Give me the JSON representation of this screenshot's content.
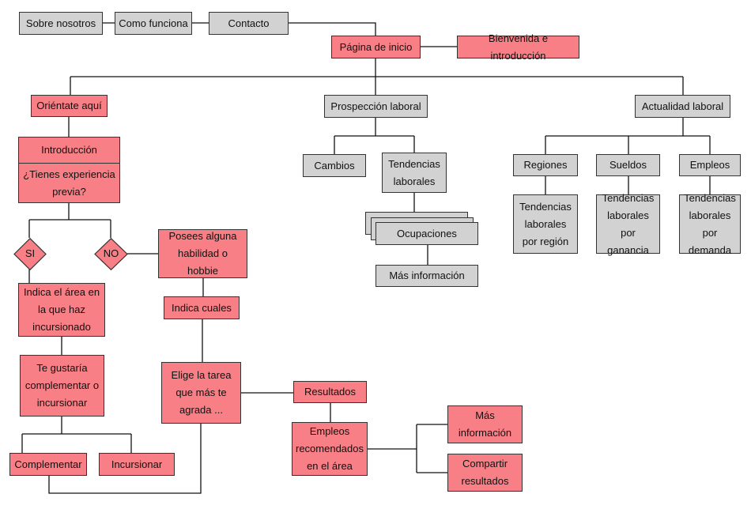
{
  "colors": {
    "highlight": "#f87f86",
    "neutral": "#d2d2d2",
    "line": "#111111"
  },
  "nav": {
    "about": "Sobre nosotros",
    "how": "Como funciona",
    "contact": "Contacto"
  },
  "home": {
    "title": "Página de inicio",
    "welcome": "Bienvenida e introducción"
  },
  "branches": {
    "orient": "Oriéntate aquí",
    "prospect": "Prospección laboral",
    "current": "Actualidad laboral"
  },
  "prospect": {
    "changes": "Cambios",
    "trends": "Tendencias laborales",
    "occupations": "Ocupaciones",
    "more": "Más información"
  },
  "current": {
    "regions": "Regiones",
    "salaries": "Sueldos",
    "jobs": "Empleos",
    "trend_region": "Tendencias laborales por región",
    "trend_salary": "Tendencias laborales por ganancia",
    "trend_demand": "Tendencias laborales por demanda"
  },
  "orient": {
    "intro": "Introducción",
    "question": "¿Tienes experiencia previa?",
    "yes": "SI",
    "no": "NO",
    "area": "Indica el área en la que haz incursionado",
    "complement_q": "Te gustaría complementar o incursionar",
    "complement": "Complementar",
    "incursion": "Incursionar",
    "skill": "Posees alguna habilidad o hobbie",
    "which": "Indica cuales",
    "task": "Elige la tarea que más te agrada ...",
    "results": "Resultados",
    "jobs_area": "Empleos recomendados en el área",
    "more": "Más información",
    "share": "Compartir resultados"
  }
}
